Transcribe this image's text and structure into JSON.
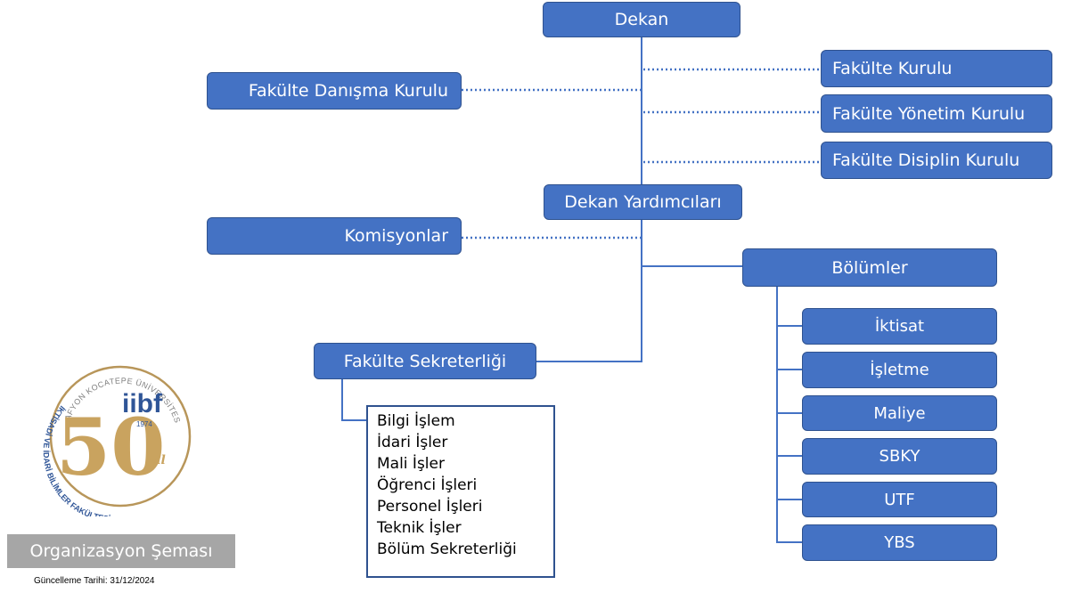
{
  "nodes": {
    "dekan": "Dekan",
    "fakulte_kurulu": "Fakülte Kurulu",
    "fakulte_danisma_kurulu": "Fakülte Danışma Kurulu",
    "fakulte_yonetim_kurulu": "Fakülte Yönetim Kurulu",
    "fakulte_disiplin_kurulu": "Fakülte Disiplin Kurulu",
    "dekan_yardimcilari": "Dekan Yardımcıları",
    "komisyonlar": "Komisyonlar",
    "bolumler": "Bölümler",
    "fakulte_sekreterligi": "Fakülte Sekreterliği"
  },
  "departments": [
    "İktisat",
    "İşletme",
    "Maliye",
    "SBKY",
    "UTF",
    "YBS"
  ],
  "sekreterlik_units": [
    "Bilgi İşlem",
    "İdari İşler",
    "Mali İşler",
    "Öğrenci İşleri",
    "Personel İşleri",
    "Teknik İşler",
    "Bölüm Sekreterliği"
  ],
  "logo": {
    "text_top": "AFYON KOCATEPE ÜNİVERSİTESİ",
    "text_bottom": "İKTİSADİ VE İDARİ BİLİMLER FAKÜLTESİ",
    "number": "50",
    "suffix": "yıl",
    "mark": "iibf",
    "year": "1974"
  },
  "caption": "Organizasyon Şeması",
  "update_date": "Güncelleme Tarihi: 31/12/2024",
  "colors": {
    "box_fill": "#4472C4",
    "box_border": "#2F528F",
    "gold": "#B8965A",
    "caption_bg": "#A6A6A6"
  }
}
